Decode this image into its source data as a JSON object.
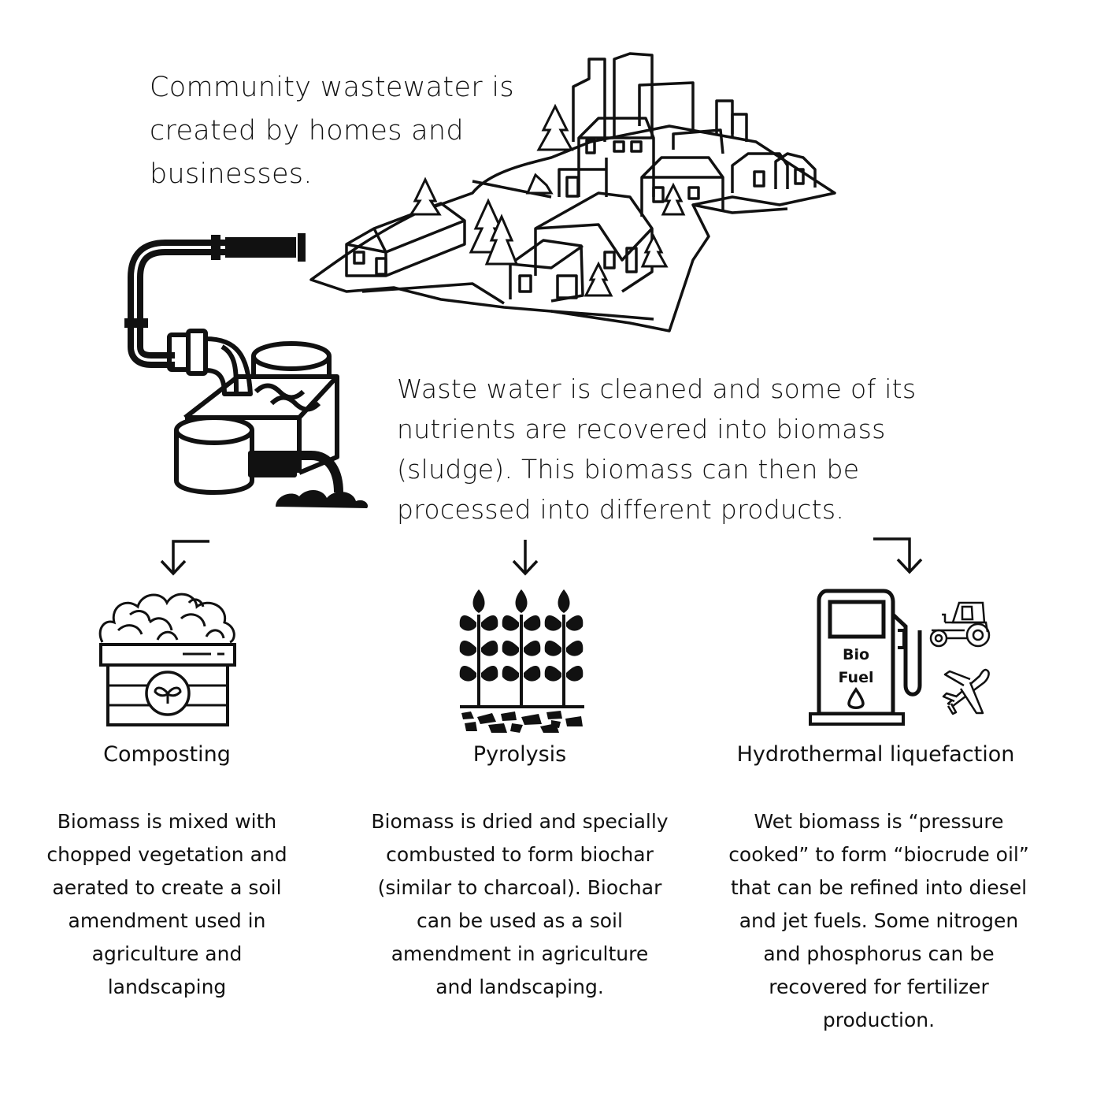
{
  "intro": {
    "lines": [
      "Community wastewater is",
      "created by homes and",
      "businesses."
    ]
  },
  "plant": {
    "lines": [
      "Waste water is cleaned and some of its",
      "nutrients are recovered into biomass",
      "(sludge). This biomass can then be",
      "processed into different products."
    ]
  },
  "processes": [
    {
      "label": "Composting",
      "lines": [
        "Biomass is mixed with",
        "chopped vegetation and",
        "aerated to create a soil",
        "amendment used in",
        "agriculture and",
        "landscaping"
      ]
    },
    {
      "label": "Pyrolysis",
      "lines": [
        "Biomass is dried and specially",
        "combusted to form biochar",
        "(similar to charcoal). Biochar",
        "can be used as a soil",
        "amendment in agriculture",
        "and landscaping."
      ]
    },
    {
      "label": "Hydrothermal liquefaction",
      "lines": [
        "Wet biomass is “pressure",
        "cooked” to form “biocrude oil”",
        "that can be refined into diesel",
        "and jet fuels. Some nitrogen",
        "and phosphorus can be",
        "recovered for fertilizer",
        "production."
      ]
    }
  ],
  "fuel_pump": {
    "line1": "Bio",
    "line2": "Fuel"
  },
  "icons": [
    "city-icon",
    "pipe-icon",
    "treatment-plant-icon",
    "compost-bin-icon",
    "crop-plants-icon",
    "fuel-pump-icon",
    "tractor-icon",
    "airplane-icon"
  ]
}
